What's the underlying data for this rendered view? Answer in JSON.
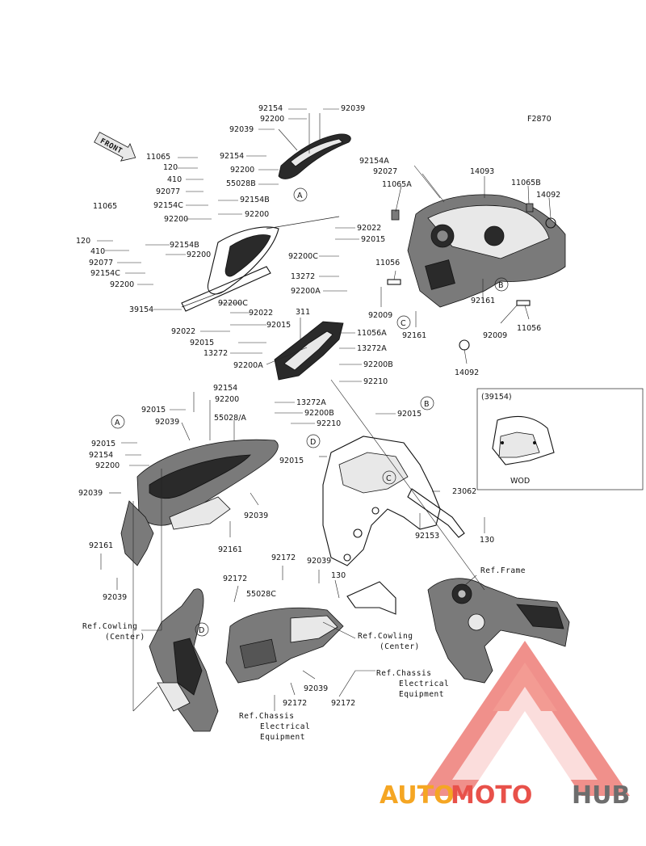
{
  "figure_code": "F2870",
  "front_label": "FRONT",
  "callouts": {
    "a": "A",
    "b": "B",
    "c": "C",
    "d": "D"
  },
  "inset": {
    "title": "(39154)",
    "label": "WOD"
  },
  "refs": {
    "cowling_center": [
      "Ref.Cowling",
      "(Center)"
    ],
    "chassis_electrical": [
      "Ref.Chassis",
      "Electrical",
      "Equipment"
    ],
    "frame": "Ref.Frame"
  },
  "part_numbers": {
    "p92154_top": "92154",
    "p92039_top_r": "92039",
    "p92200_top": "92200",
    "p92039_top_l": "92039",
    "p11065_a": "11065",
    "p120_a": "120",
    "p410_a": "410",
    "p92077_a": "92077",
    "p92154C_a": "92154C",
    "p92200_a": "92200",
    "p92154_b": "92154",
    "p92200_b": "92200",
    "p55028B": "55028B",
    "p92154B_a": "92154B",
    "p92200_c": "92200",
    "p11065_b": "11065",
    "p120_b": "120",
    "p410_b": "410",
    "p92077_b": "92077",
    "p92154C_b": "92154C",
    "p92200_d": "92200",
    "p92154B_b": "92154B",
    "p92200_e": "92200",
    "p39154": "39154",
    "p92200C_a": "92200C",
    "p92022_a": "92022",
    "p92022_b": "92022",
    "p92015_a": "92015",
    "p92015_b": "92015",
    "p13272_a": "13272",
    "p92200A_a": "92200A",
    "p92022_c": "92022",
    "p92015_c": "92015",
    "p92200C_b": "92200C",
    "p13272_b": "13272",
    "p92200A_b": "92200A",
    "p311": "311",
    "p11056A": "11056A",
    "p13272A_a": "13272A",
    "p92200B_a": "92200B",
    "p92210_a": "92210",
    "p13272A_b": "13272A",
    "p92200B_b": "92200B",
    "p92210_b": "92210",
    "p92154A": "92154A",
    "p92027": "92027",
    "p14093": "14093",
    "p11065A": "11065A",
    "p11065B": "11065B",
    "p14092_a": "14092",
    "p11056_a": "11056",
    "p92009_a": "92009",
    "p92161_a": "92161",
    "p92161_b": "92161",
    "p92009_b": "92009",
    "p11056_b": "11056",
    "p14092_b": "14092",
    "p92154_c": "92154",
    "p92200_f": "92200",
    "p92015_d": "92015",
    "p92039_c": "92039",
    "p55028A": "55028/A",
    "p92015_e": "92015",
    "p92154_d": "92154",
    "p92200_g": "92200",
    "p92039_d": "92039",
    "p92039_e": "92039",
    "p92161_c": "92161",
    "p92161_d": "92161",
    "p92039_f": "92039",
    "p92015_f": "92015",
    "p92015_g": "92015",
    "p23062": "23062",
    "p92153": "92153",
    "p130_a": "130",
    "p92172_a": "92172",
    "p92172_b": "92172",
    "p92039_g": "92039",
    "p130_b": "130",
    "p55028C": "55028C",
    "p92039_h": "92039",
    "p92172_c": "92172",
    "p92172_d": "92172"
  },
  "watermark": {
    "part1": "AUTO",
    "part2": "MOTO",
    "part3": "HUB"
  },
  "colors": {
    "ink": "#111111",
    "watermark_orange": "#f5a623",
    "watermark_red": "#e8514a",
    "watermark_gray": "#6d6d6d"
  }
}
